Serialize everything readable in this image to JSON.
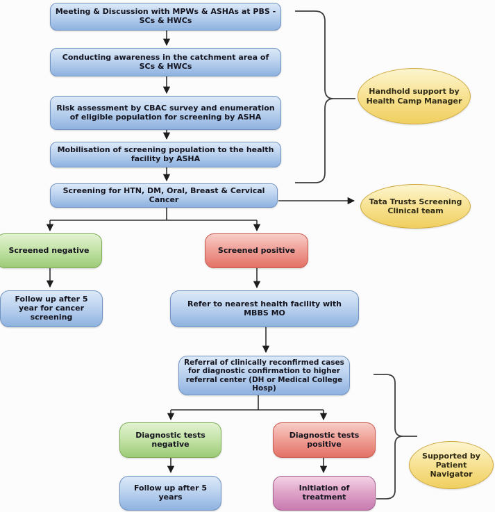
{
  "diagram": {
    "type": "flowchart",
    "nodes": {
      "meeting": "Meeting & Discussion with MPWs & ASHAs at PBS - SCs & HWCs",
      "awareness": "Conducting awareness in the catchment area of SCs & HWCs",
      "risk": "Risk assessment by CBAC survey and enumeration of eligible population for screening by ASHA",
      "mobilisation": "Mobilisation of screening population to the health facility by ASHA",
      "screening": "Screening for HTN, DM, Oral, Breast & Cervical Cancer",
      "screened_negative": "Screened negative",
      "screened_positive": "Screened positive",
      "followup_cancer": "Follow up after 5 year for cancer screening",
      "refer_mbbs": "Refer to nearest health facility with MBBS MO",
      "referral_higher": "Referral of clinically reconfirmed cases for diagnostic confirmation to higher referral center (DH or Medical College Hosp)",
      "diagnostic_negative": "Diagnostic tests negative",
      "diagnostic_positive": "Diagnostic tests positive",
      "followup_years": "Follow up after 5 years",
      "initiation": "Initiation of treatment"
    },
    "annotations": {
      "handhold": "Handhold support by Health Camp Manager",
      "tata": "Tata Trusts Screening Clinical team",
      "navigator": "Supported by Patient Navigator"
    },
    "colors": {
      "process_blue_top": "#dce9f8",
      "process_blue_bottom": "#8fb2e0",
      "process_blue_border": "#7193c1",
      "negative_green_top": "#e2f2d1",
      "negative_green_bottom": "#9ccb77",
      "negative_green_border": "#7fae56",
      "positive_red_top": "#f8cdc8",
      "positive_red_bottom": "#e37166",
      "positive_red_border": "#cb5a50",
      "treatment_pink_top": "#f3d3e6",
      "treatment_pink_bottom": "#c87bb0",
      "treatment_pink_border": "#a96190",
      "annotation_yellow_top": "#fdf5d0",
      "annotation_yellow_bottom": "#f0cf5f",
      "annotation_yellow_border": "#cfa93d",
      "connector_line": "#2e2e2e",
      "node_text": "#14141f",
      "annotation_text": "#302b15"
    }
  }
}
